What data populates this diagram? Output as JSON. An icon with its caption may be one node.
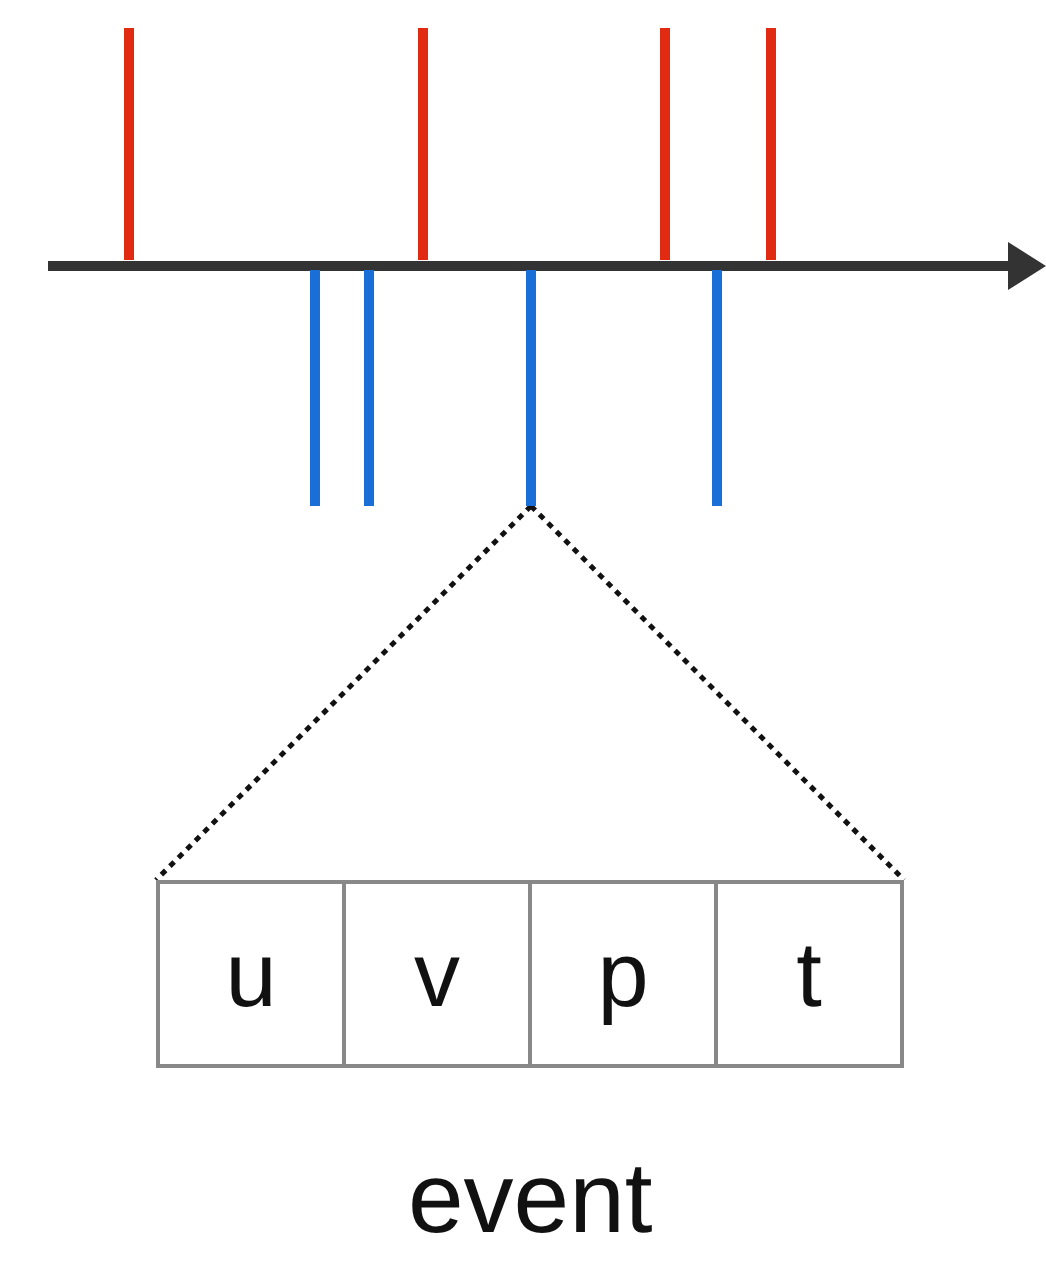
{
  "diagram": {
    "nodes": [
      {
        "text": [],
        "shape": "bar"
      },
      {
        "text": [],
        "shape": "bar"
      },
      {
        "text": [],
        "shape": "bar"
      },
      {
        "text": [],
        "shape": "bar"
      },
      {
        "text": [],
        "shape": "bar"
      },
      {
        "text": [],
        "shape": "bar"
      },
      {
        "text": [],
        "shape": "bar"
      },
      {
        "text": [],
        "shape": "bar"
      },
      {
        "text": [
          "u",
          "v",
          "p",
          "t"
        ],
        "beside": [
          "event"
        ]
      }
    ],
    "edges": [
      {
        "from": 4,
        "to": 8,
        "arrow": "none",
        "style": "dashed"
      },
      {
        "from": 4,
        "to": 8,
        "arrow": "none",
        "style": "dashed"
      }
    ]
  }
}
